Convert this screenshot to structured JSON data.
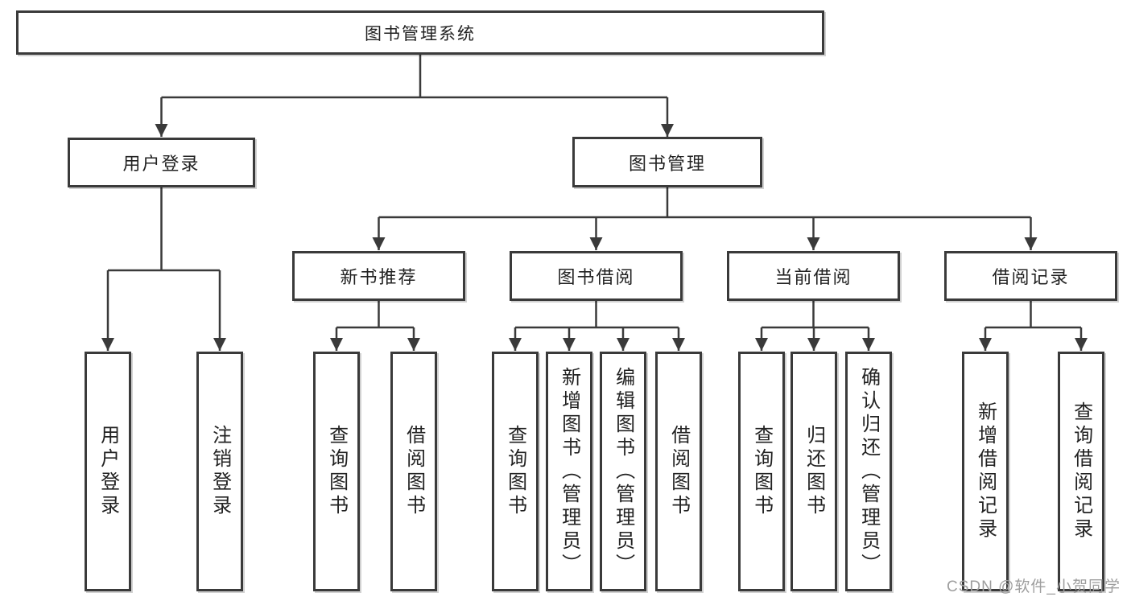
{
  "title": "图书管理系统",
  "colors": {
    "line": "#3a3a3a",
    "box_border": "#3a3a3a",
    "text": "#222222",
    "background": "#ffffff",
    "watermark": "#9e9e9e"
  },
  "tree": {
    "root": {
      "label": "图书管理系统",
      "children": [
        {
          "label": "用户登录",
          "children": [
            {
              "label": "用户登录"
            },
            {
              "label": "注销登录"
            }
          ]
        },
        {
          "label": "图书管理",
          "children": [
            {
              "label": "新书推荐",
              "children": [
                {
                  "label": "查询图书"
                },
                {
                  "label": "借阅图书"
                }
              ]
            },
            {
              "label": "图书借阅",
              "children": [
                {
                  "label": "查询图书"
                },
                {
                  "label": "新增图书（管理员）"
                },
                {
                  "label": "编辑图书（管理员）"
                },
                {
                  "label": "借阅图书"
                }
              ]
            },
            {
              "label": "当前借阅",
              "children": [
                {
                  "label": "查询图书"
                },
                {
                  "label": "归还图书"
                },
                {
                  "label": "确认归还（管理员）"
                }
              ]
            },
            {
              "label": "借阅记录",
              "children": [
                {
                  "label": "新增借阅记录"
                },
                {
                  "label": "查询借阅记录"
                }
              ]
            }
          ]
        }
      ]
    }
  },
  "watermark": "CSDN @软件_小贺同学"
}
